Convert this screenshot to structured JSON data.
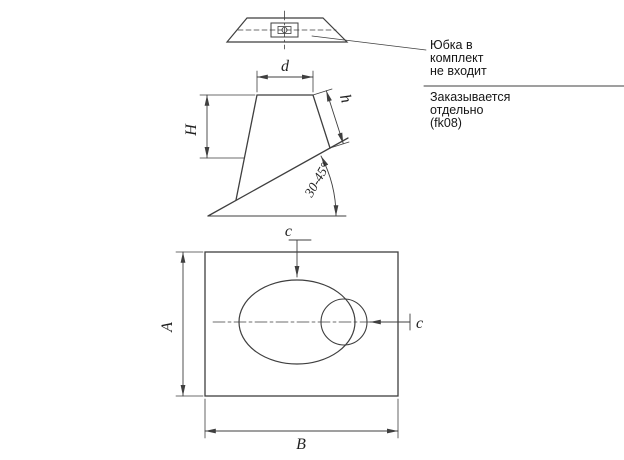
{
  "annotation": {
    "not_included": [
      "Юбка в",
      "комплект",
      "не входит"
    ],
    "ordered_separately": [
      "Заказывается",
      "отдельно",
      "(fk08)"
    ]
  },
  "labels": {
    "top_diameter": "d",
    "collar_height": "h",
    "total_height": "H",
    "roof_angle": "30-45°",
    "plate_height": "A",
    "plate_width": "B",
    "offset_top": "c",
    "offset_side": "c"
  },
  "colors": {
    "line": "#3f3f3f",
    "text": "#1f1f1f",
    "background": "#ffffff"
  }
}
